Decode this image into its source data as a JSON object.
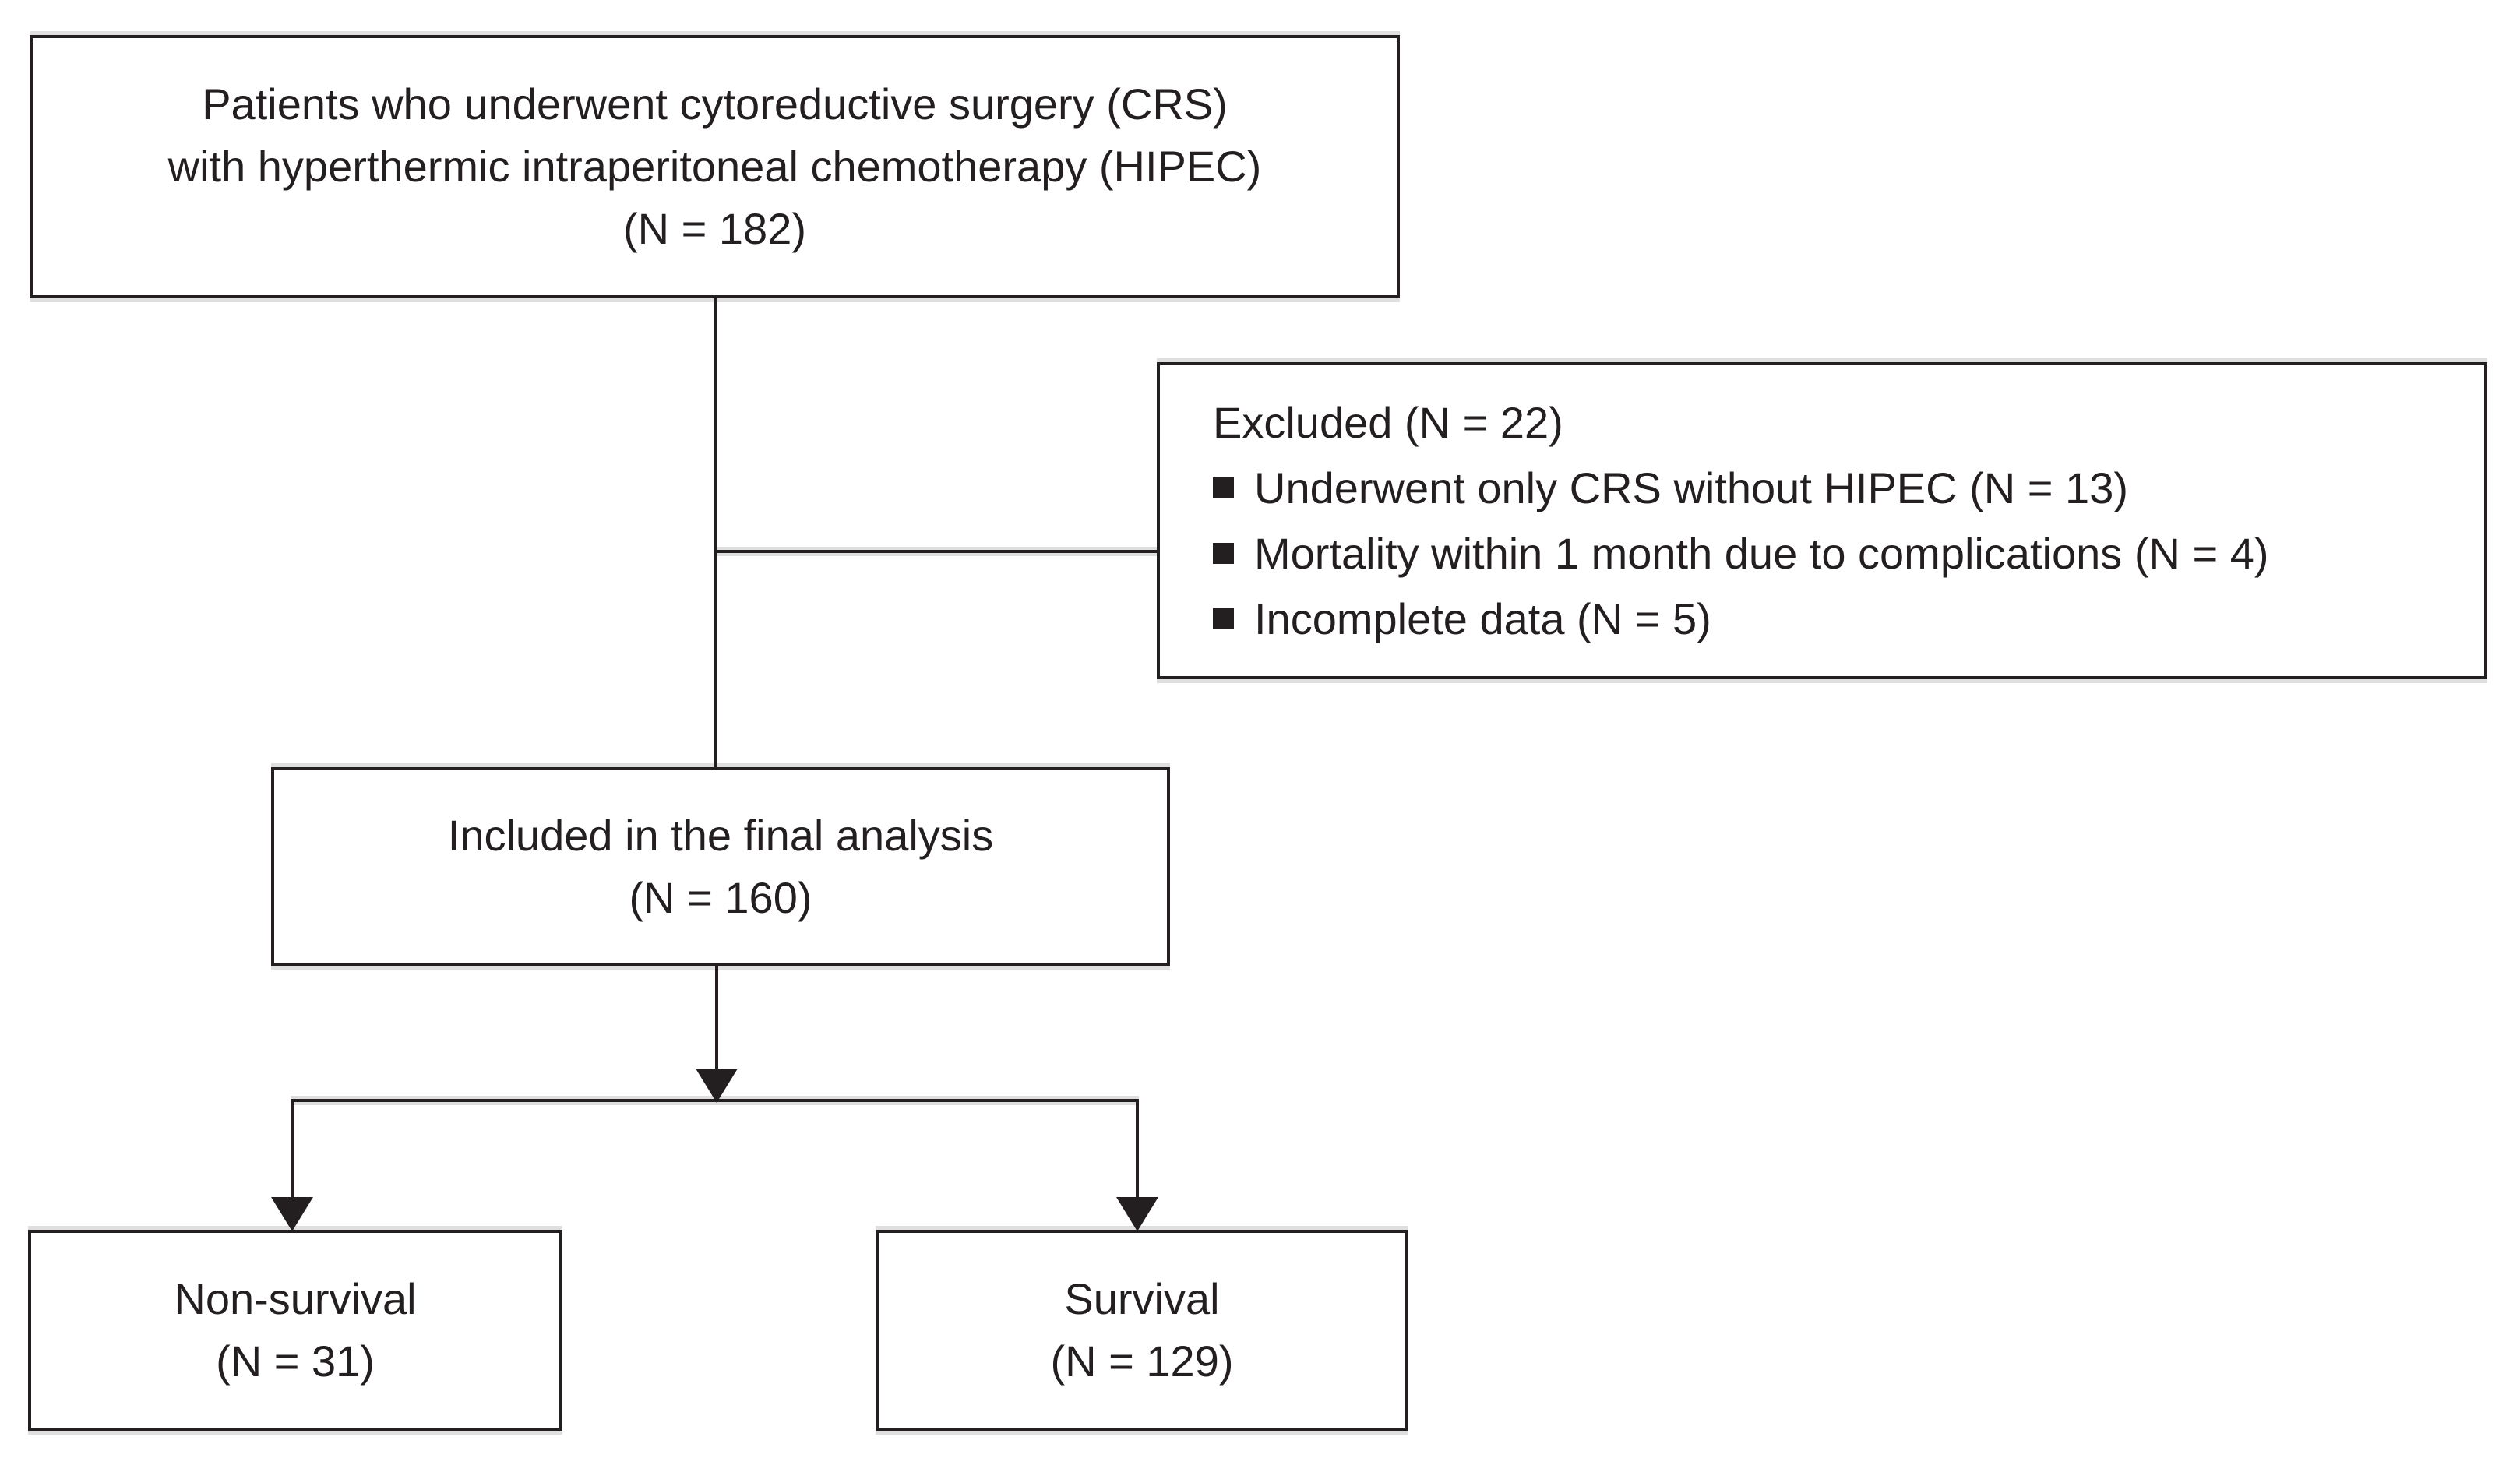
{
  "colors": {
    "ink": "#231f20",
    "background": "#ffffff"
  },
  "flowchart": {
    "initial": {
      "lines": [
        "Patients who underwent cytoreductive surgery (CRS)",
        "with hyperthermic intraperitoneal chemotherapy (HIPEC)",
        "(N = 182)"
      ]
    },
    "excluded": {
      "title": "Excluded (N = 22)",
      "bullet_items": [
        "Underwent only CRS without HIPEC (N = 13)",
        "Mortality within 1 month due to complications (N = 4)",
        "Incomplete data (N = 5)"
      ]
    },
    "included": {
      "lines": [
        "Included in the final analysis",
        "(N = 160)"
      ]
    },
    "non_survival": {
      "lines": [
        "Non-survival",
        "(N = 31)"
      ]
    },
    "survival": {
      "lines": [
        "Survival",
        "(N = 129)"
      ]
    }
  }
}
